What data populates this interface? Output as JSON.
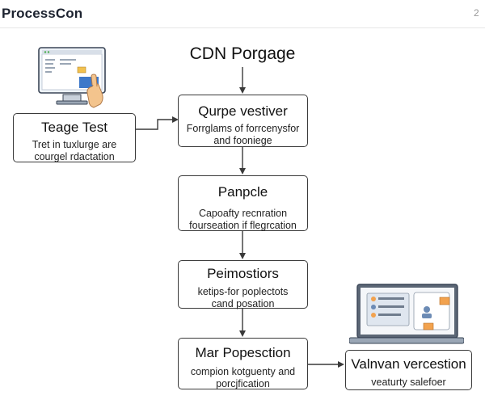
{
  "header": {
    "brand": "ProcessCon",
    "page_number": "2"
  },
  "diagram": {
    "title": "CDN Porgage",
    "side_box": {
      "title": "Teage Test",
      "line1": "Tret in tuxlurge are",
      "line2": "courgel rdactation"
    },
    "steps": [
      {
        "title": "Qurpe vestiver",
        "line1": "Forrglams of forrcenysfor",
        "line2": "and fooniege"
      },
      {
        "title": "Panpcle",
        "line1": "Capoafty recnration",
        "line2": "fourseation if flegrcation"
      },
      {
        "title": "Peimostiors",
        "line1": "ketips-for poplectots",
        "line2": "cand posation"
      },
      {
        "title": "Mar Popesction",
        "line1": "compion kotguenty and",
        "line2": "porcjfication"
      }
    ],
    "result_box": {
      "title": "Valnvan vercestion",
      "line1": "veaturty salefoer"
    }
  },
  "icons": {
    "left": "computer-touch-icon",
    "right": "laptop-files-icon"
  }
}
